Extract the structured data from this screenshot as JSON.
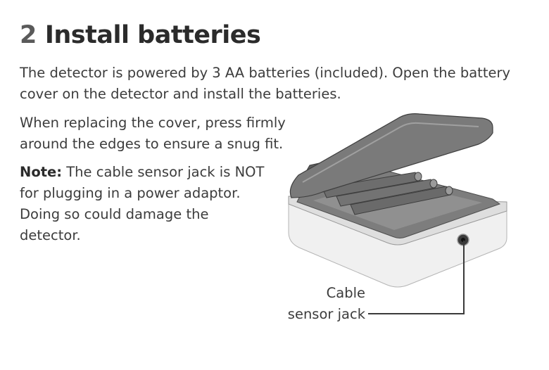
{
  "section": {
    "number": "2",
    "title": "Install batteries"
  },
  "paragraphs": {
    "intro": "The detector is powered by 3 AA batteries (included). Open the battery cover on the detector and install the batteries.",
    "replacing": "When replacing the cover, press firmly around the edges to ensure a snug fit.",
    "note_label": "Note:",
    "note_text": " The cable sensor jack is NOT for plugging in a power adaptor. Doing so could damage the detector."
  },
  "callout": {
    "line1": "Cable",
    "line2": "sensor jack"
  }
}
